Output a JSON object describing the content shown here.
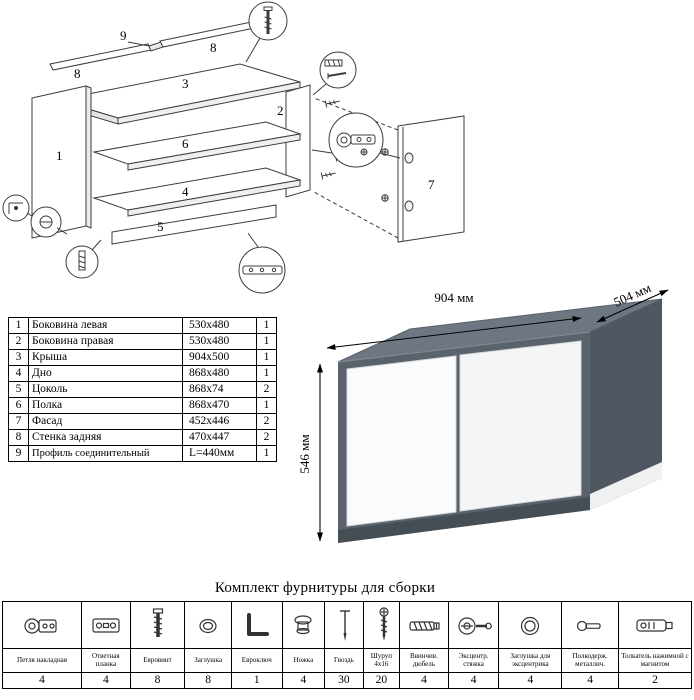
{
  "exploded": {
    "labels": {
      "p1": "1",
      "p2": "2",
      "p3": "3",
      "p4": "4",
      "p5": "5",
      "p6": "6",
      "p7": "7",
      "p8a": "8",
      "p8b": "8",
      "p9": "9"
    }
  },
  "dimensions": {
    "width": "904 мм",
    "depth": "504 мм",
    "height": "546 мм"
  },
  "parts_table": {
    "rows": [
      {
        "num": "1",
        "name": "Боковина левая",
        "size": "530x480",
        "qty": "1"
      },
      {
        "num": "2",
        "name": "Боковина правая",
        "size": "530x480",
        "qty": "1"
      },
      {
        "num": "3",
        "name": "Крыша",
        "size": "904x500",
        "qty": "1"
      },
      {
        "num": "4",
        "name": "Дно",
        "size": "868x480",
        "qty": "1"
      },
      {
        "num": "5",
        "name": "Цоколь",
        "size": "868x74",
        "qty": "2"
      },
      {
        "num": "6",
        "name": "Полка",
        "size": "868x470",
        "qty": "1"
      },
      {
        "num": "7",
        "name": "Фасад",
        "size": "452x446",
        "qty": "2"
      },
      {
        "num": "8",
        "name": "Стенка задняя",
        "size": "470x447",
        "qty": "2"
      },
      {
        "num": "9",
        "name": "Профиль соединительный",
        "size": "L=440мм",
        "qty": "1"
      }
    ]
  },
  "hardware": {
    "title": "Комплект фурнитуры для сборки",
    "items": [
      {
        "name": "Петля накладная",
        "qty": "4",
        "icon": "hinge-icon"
      },
      {
        "name": "Ответная планка",
        "qty": "4",
        "icon": "strike-plate-icon"
      },
      {
        "name": "Евровинт",
        "qty": "8",
        "icon": "confirmat-screw-icon"
      },
      {
        "name": "Заглушка",
        "qty": "8",
        "icon": "cap-icon"
      },
      {
        "name": "Евроключ",
        "qty": "1",
        "icon": "hex-key-icon"
      },
      {
        "name": "Ножка",
        "qty": "4",
        "icon": "leg-icon"
      },
      {
        "name": "Гвоздь",
        "qty": "30",
        "icon": "nail-icon"
      },
      {
        "name": "Шуруп 4x16",
        "qty": "20",
        "icon": "screw-icon"
      },
      {
        "name": "Ввинчив. дюбель",
        "qty": "4",
        "icon": "screw-in-dowel-icon"
      },
      {
        "name": "Эксцентр. стяжка",
        "qty": "4",
        "icon": "cam-lock-icon"
      },
      {
        "name": "Заглушка для эксцентрика",
        "qty": "4",
        "icon": "cam-cap-icon"
      },
      {
        "name": "Полкодерж. металлич.",
        "qty": "4",
        "icon": "shelf-support-icon"
      },
      {
        "name": "Толкатель нажимной с магнитом",
        "qty": "2",
        "icon": "push-latch-icon"
      }
    ]
  }
}
